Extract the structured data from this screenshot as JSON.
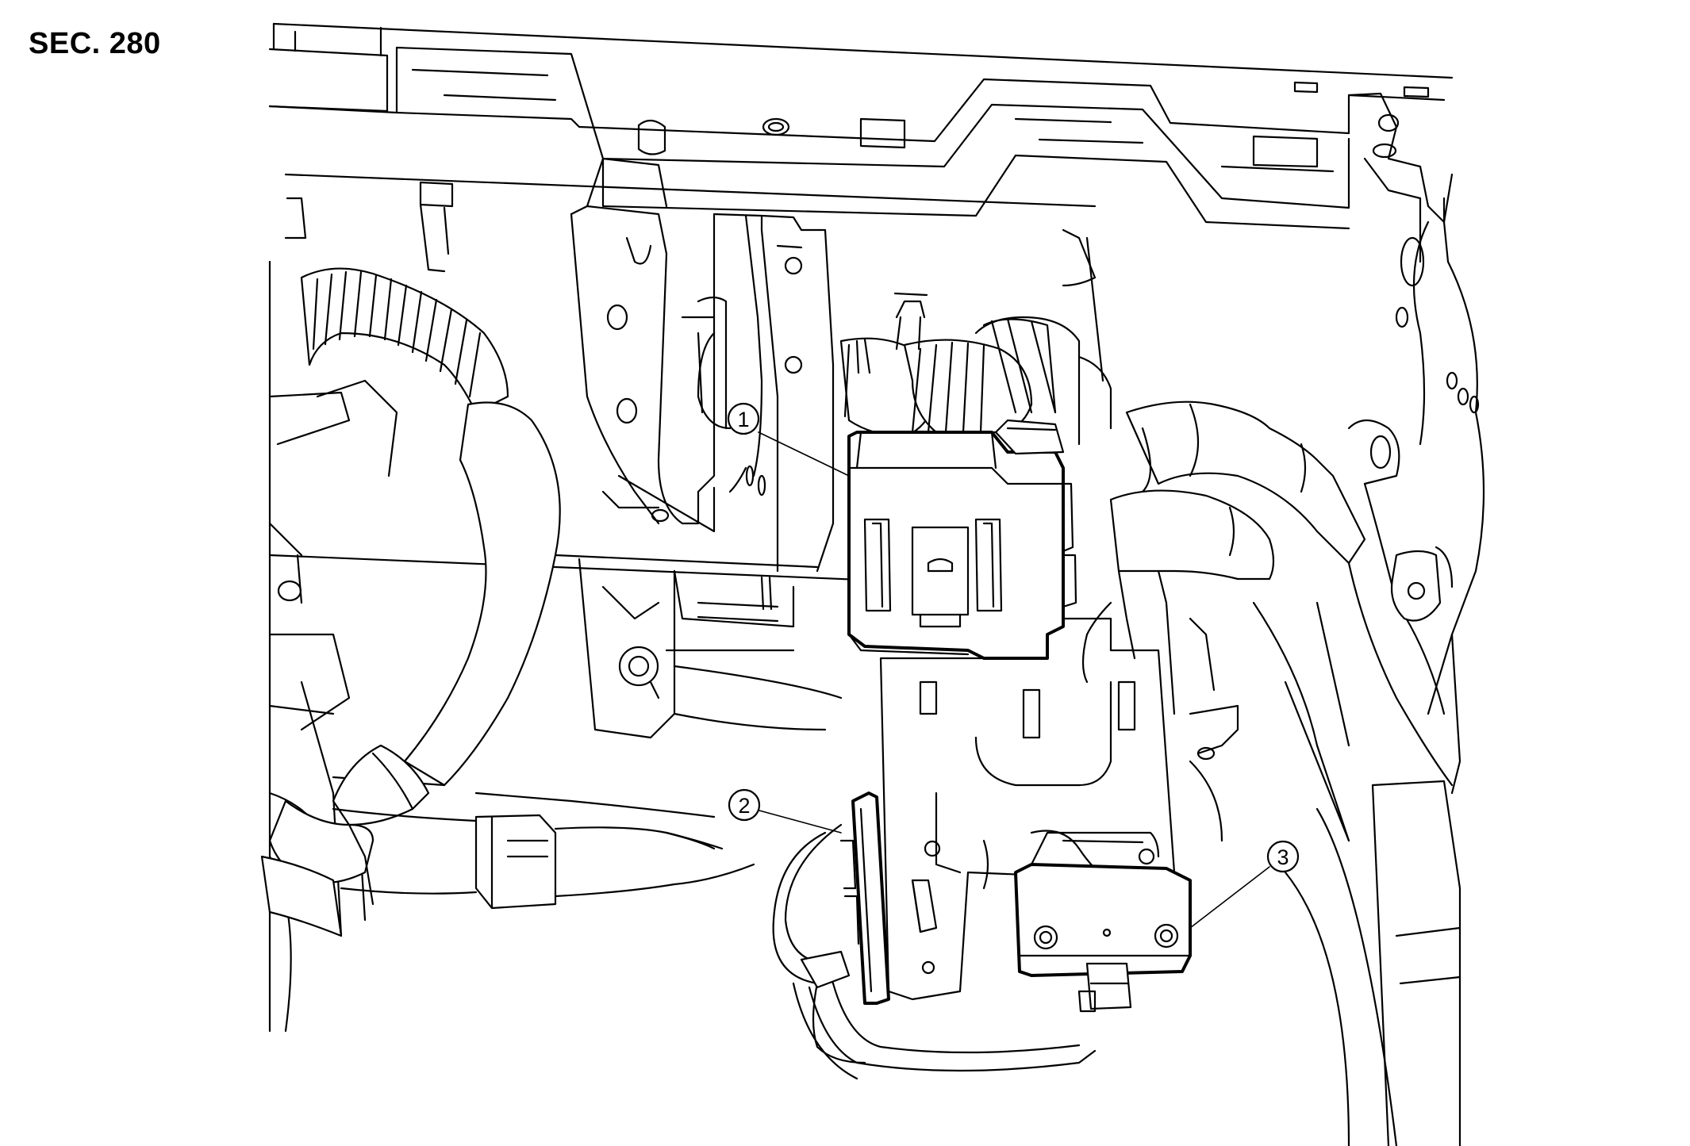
{
  "section_label": "SEC. 280",
  "callouts": [
    {
      "number": "1"
    },
    {
      "number": "2"
    },
    {
      "number": "3"
    }
  ]
}
